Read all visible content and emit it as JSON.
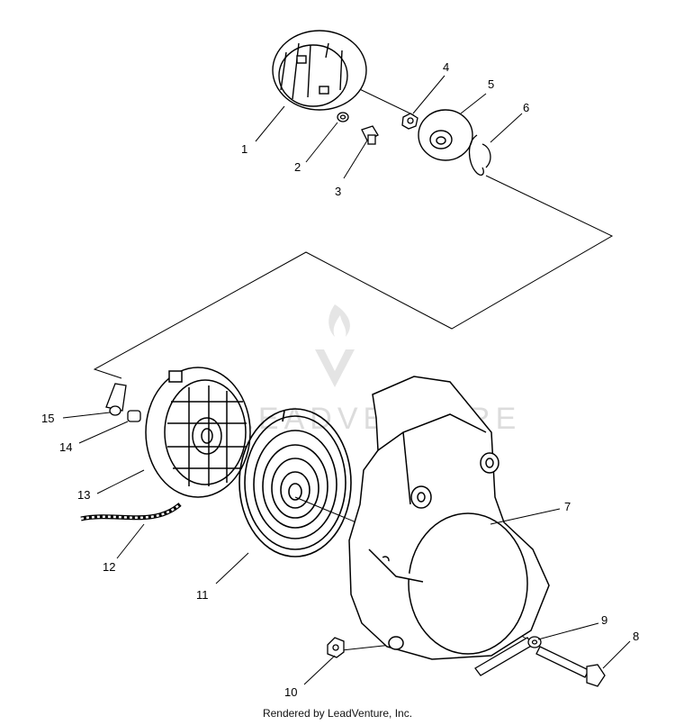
{
  "diagram": {
    "callouts": [
      "1",
      "2",
      "3",
      "4",
      "5",
      "6",
      "7",
      "8",
      "9",
      "10",
      "11",
      "12",
      "13",
      "14",
      "15"
    ],
    "watermark": "LEADVENTURE"
  },
  "footer": {
    "credit": "Rendered by LeadVenture, Inc."
  }
}
